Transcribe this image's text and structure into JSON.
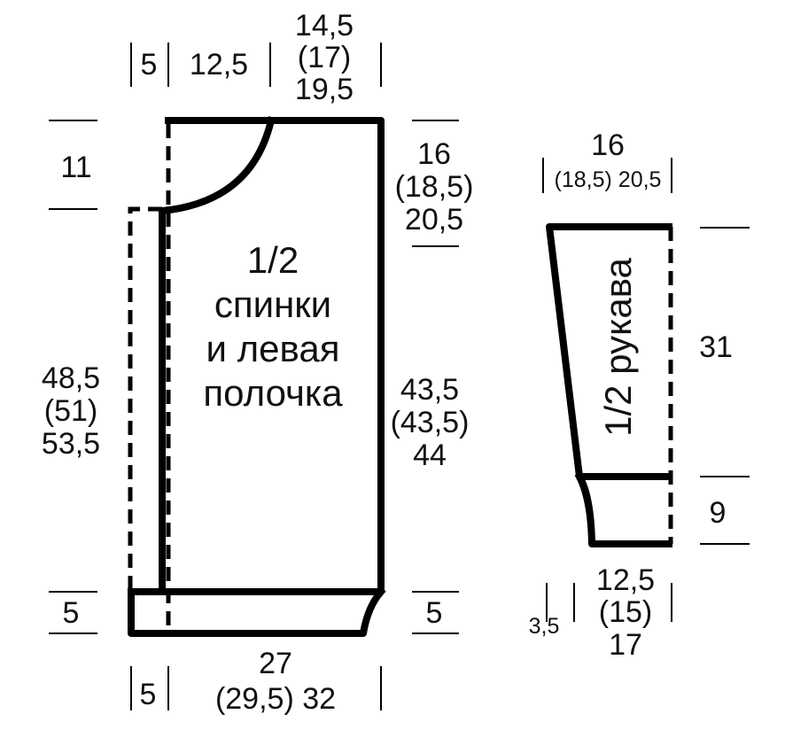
{
  "colors": {
    "line": "#000000",
    "text": "#111111",
    "background": "#ffffff"
  },
  "body_piece": {
    "title": [
      "1/2",
      "спинки",
      "и левая",
      "полочка"
    ],
    "top_widths": {
      "placket": "5",
      "shoulder": "12,5",
      "neck": [
        "14,5",
        "(17)",
        "19,5"
      ]
    },
    "neck_depth": "11",
    "armhole": [
      "16",
      "(18,5)",
      "20,5"
    ],
    "front_length": [
      "48,5",
      "(51)",
      "53,5"
    ],
    "side_length": [
      "43,5",
      "(43,5)",
      "44"
    ],
    "hem_left": "5",
    "hem_right": "5",
    "bottom_placket": "5",
    "bottom_width": [
      "27",
      "(29,5) 32"
    ]
  },
  "sleeve_piece": {
    "title": "1/2 рукава",
    "top_width": [
      "16",
      "(18,5) 20,5"
    ],
    "length": "31",
    "cuff": "9",
    "cuff_width": [
      "12,5",
      "(15)",
      "17"
    ],
    "cuff_offset": "3,5"
  }
}
